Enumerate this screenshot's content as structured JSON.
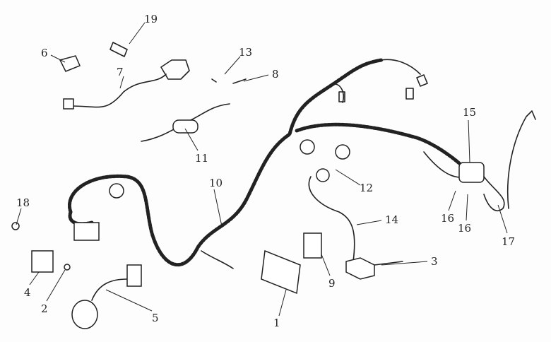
{
  "diagram": {
    "type": "exploded parts diagram - motorcycle wiring harness",
    "callouts": [
      "19",
      "6",
      "7",
      "13",
      "8",
      "11",
      "10",
      "18",
      "12",
      "15",
      "14",
      "16",
      "16",
      "17",
      "4",
      "2",
      "5",
      "1",
      "9",
      "3"
    ]
  }
}
